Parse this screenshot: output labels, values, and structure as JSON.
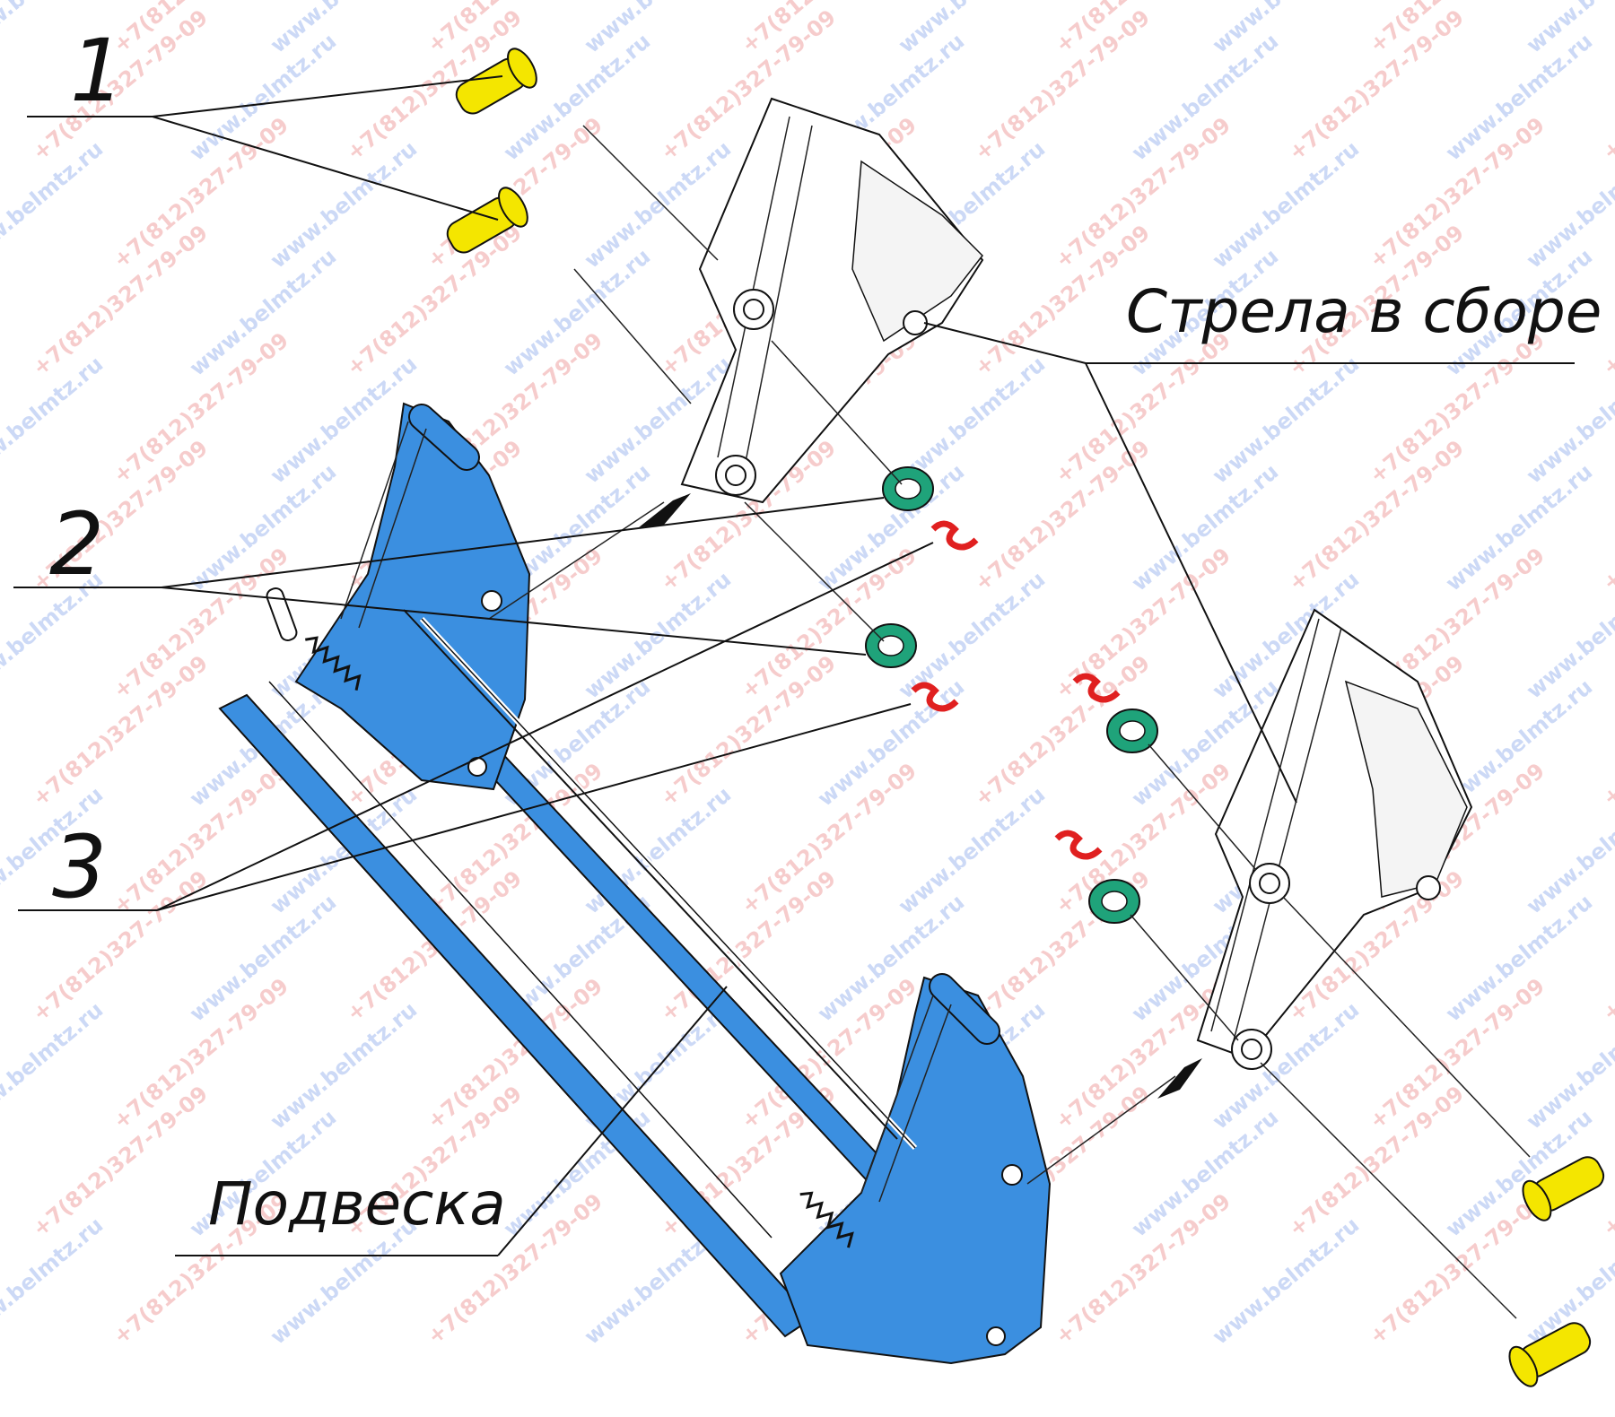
{
  "labels": {
    "callout_1": "1",
    "callout_2": "2",
    "callout_3": "3",
    "boom_assembly": "Стрела в сборе",
    "suspension": "Подвеска"
  },
  "watermarks": {
    "site": "www.belmtz.ru",
    "phone": "+7(812)327-79-09"
  },
  "colors": {
    "suspension_blue": "#3b8fe0",
    "pin_yellow": "#f4e600",
    "washer_green": "#1fa37a",
    "spring_pin_red": "#e02020",
    "watermark_red": "#e24a4a",
    "watermark_blue": "#4a78e0"
  },
  "icons": {
    "pin": "axle-pin-icon",
    "washer": "washer-icon",
    "cotter": "spring-cotter-icon"
  }
}
